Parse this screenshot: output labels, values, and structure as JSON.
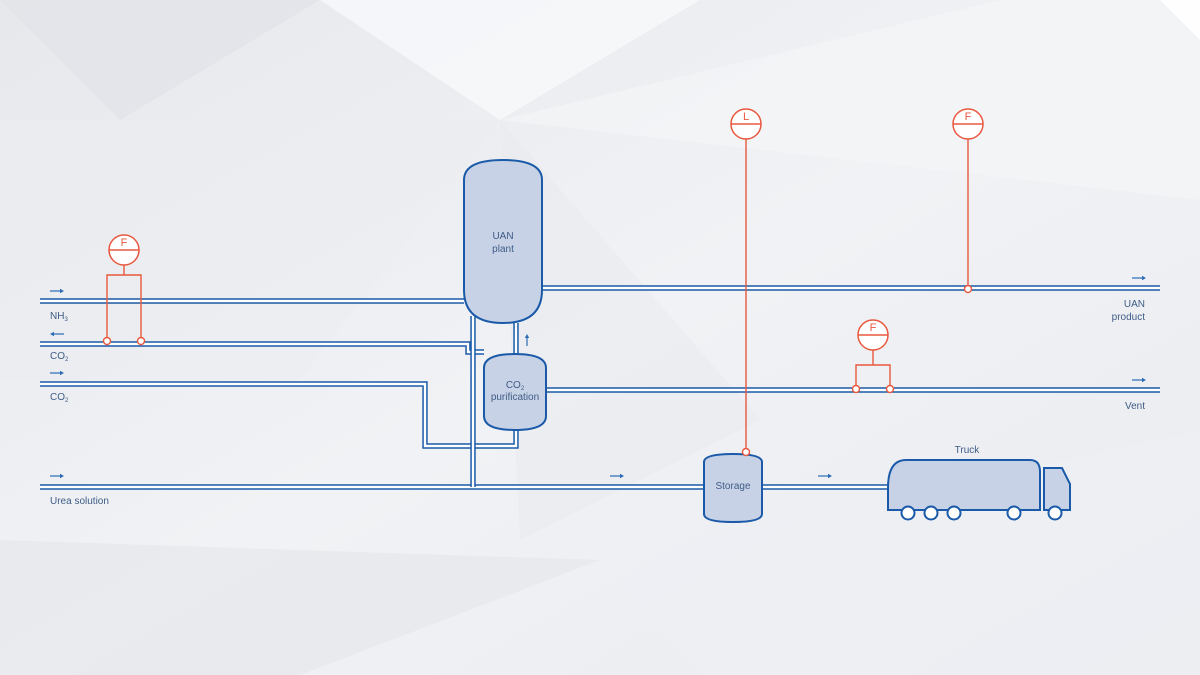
{
  "streams": {
    "nh3": {
      "main": "NH",
      "sub": "3"
    },
    "co2_return": {
      "main": "CO",
      "sub": "2"
    },
    "co2_feed": {
      "main": "CO",
      "sub": "2"
    },
    "urea": "Urea solution",
    "uan_product": [
      "UAN",
      "product"
    ],
    "vent": "Vent"
  },
  "equipment": {
    "uan_plant": [
      "UAN",
      "plant"
    ],
    "co2_purification": {
      "line1_main": "CO",
      "line1_sub": "2",
      "line2": "purification"
    },
    "storage": "Storage",
    "truck": "Truck"
  },
  "instruments": {
    "fic_feed": "F",
    "li_storage": "L",
    "fi_product": "F",
    "fi_vent": "F"
  },
  "colors": {
    "pipe": "#1a5aa8",
    "vessel_fill": "#c8d2e6",
    "instrument": "#e8583e",
    "label": "#3e5c86"
  }
}
